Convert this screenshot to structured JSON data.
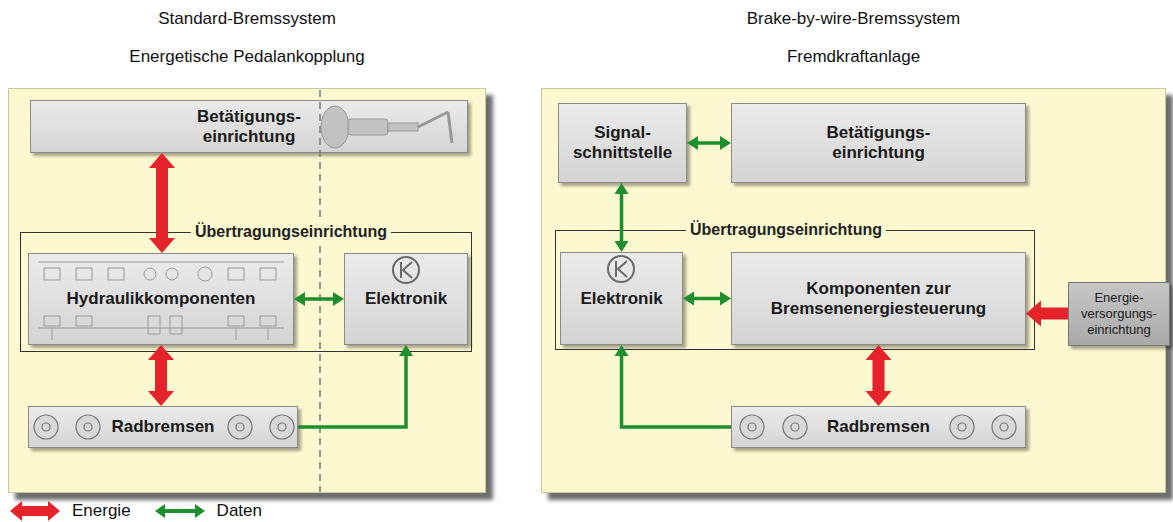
{
  "diagram": {
    "nodes": [
      {
        "text": [
          "Standard-Bremssystem",
          "Energetische Pedalankopplung"
        ]
      },
      {
        "text": [
          "Betätigungs- einrichtung"
        ],
        "in": 0
      },
      {
        "text": [
          "Übertragungseinrichtung"
        ],
        "in": 0
      },
      {
        "text": [
          "Hydraulikkomponenten"
        ],
        "in": 2
      },
      {
        "text": [
          "Elektronik"
        ],
        "in": 2
      },
      {
        "text": [
          "Radbremsen"
        ],
        "in": 0
      },
      {
        "text": [
          "Brake-by-wire-Bremssystem",
          "Fremdkraftanlage"
        ]
      },
      {
        "text": [
          "Signal- schnittstelle"
        ],
        "in": 6
      },
      {
        "text": [
          "Betätigungs- einrichtung"
        ],
        "in": 6
      },
      {
        "text": [
          "Übertragungseinrichtung"
        ],
        "in": 6
      },
      {
        "text": [
          "Elektronik"
        ],
        "in": 9
      },
      {
        "text": [
          "Komponenten zur Bremsenenergiesteuerung"
        ],
        "in": 9
      },
      {
        "text": [
          "Energie- versorgungs- einrichtung"
        ],
        "in": 6
      },
      {
        "text": [
          "Radbremsen"
        ],
        "in": 6
      }
    ],
    "edges": [
      {
        "from": 1,
        "to": 3,
        "arrow": "both"
      },
      {
        "from": 3,
        "to": 4,
        "arrow": "both"
      },
      {
        "from": 3,
        "to": 5,
        "arrow": "both"
      },
      {
        "from": 5,
        "to": 4,
        "arrow": "to"
      },
      {
        "from": 7,
        "to": 8,
        "arrow": "both"
      },
      {
        "from": 7,
        "to": 10,
        "arrow": "both"
      },
      {
        "from": 10,
        "to": 11,
        "arrow": "both"
      },
      {
        "from": 12,
        "to": 11,
        "arrow": "to"
      },
      {
        "from": 11,
        "to": 13,
        "arrow": "both"
      },
      {
        "from": 13,
        "to": 10,
        "arrow": "to"
      }
    ],
    "legend": [
      {
        "text": "Energie",
        "color": "#e5232b"
      },
      {
        "text": "Daten",
        "color": "#1e8f2e"
      }
    ]
  }
}
